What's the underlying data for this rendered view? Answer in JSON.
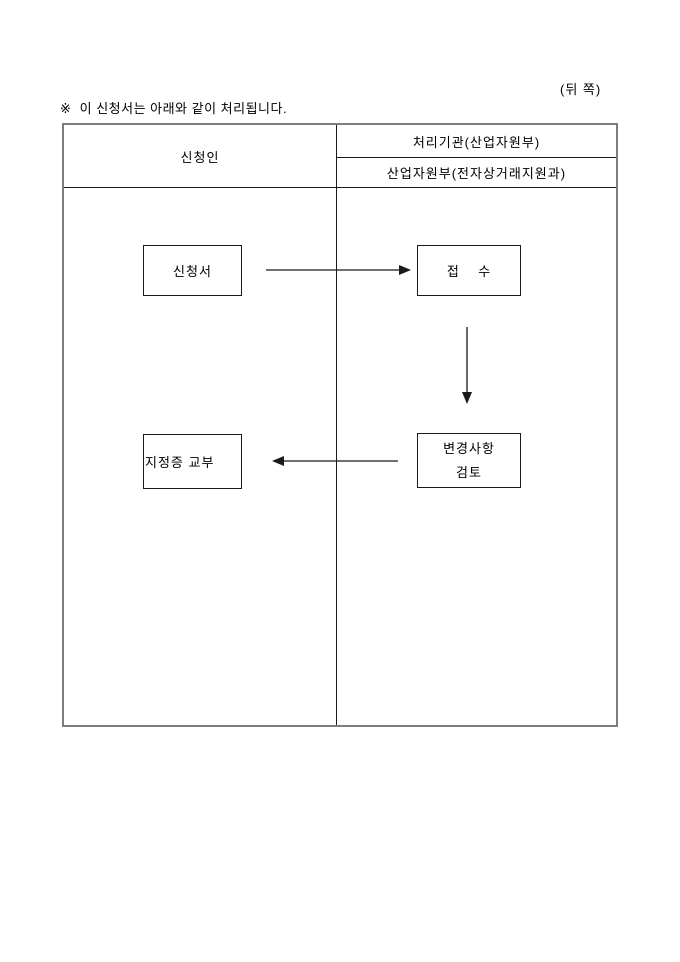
{
  "page": {
    "back_side_label": "(뒤 쪽)",
    "note": "※  이 신청서는 아래와 같이 처리됩니다."
  },
  "table": {
    "applicant_header": "신청인",
    "agency_header": "처리기관(산업자원부)",
    "agency_subheader": "산업자원부(전자상거래지원과)"
  },
  "flow": {
    "application_box": "신청서",
    "receipt_box": "접    수",
    "certificate_box": "지정증 교부",
    "review_box_line1": "변경사항",
    "review_box_line2": "검토"
  },
  "colors": {
    "line": "#1a1a1a",
    "outer_border": "#7d7d7d",
    "background": "#ffffff",
    "text": "#000000"
  }
}
